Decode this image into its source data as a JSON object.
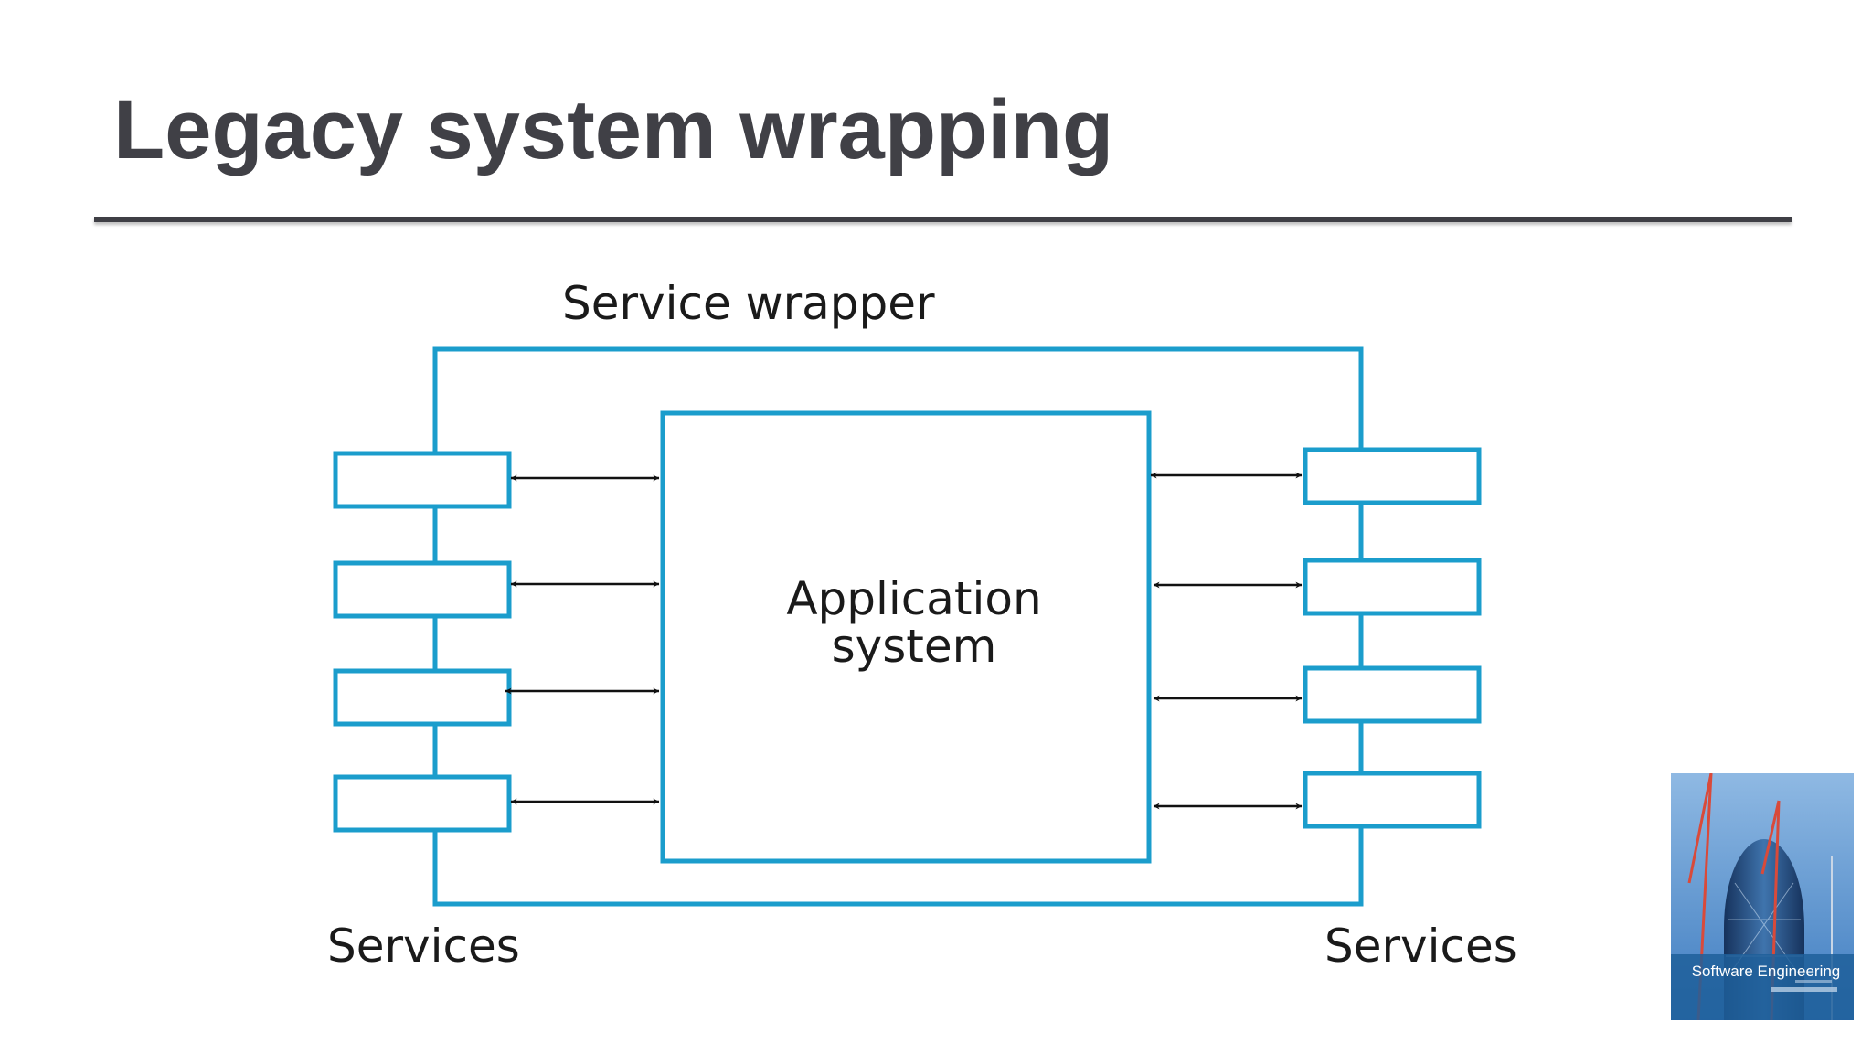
{
  "slide": {
    "title": "Legacy system wrapping"
  },
  "diagram": {
    "wrapper_label": "Service wrapper",
    "application_label_line1": "Application",
    "application_label_line2": "system",
    "left_services_label": "Services",
    "right_services_label": "Services",
    "services_per_side": 4,
    "stroke_color": "#1b9dcc",
    "arrow_color": "#111111"
  },
  "book": {
    "cover_title": "Software Engineering",
    "colors": {
      "sky": "#2f6fb3",
      "building": "#1b3f73",
      "crane": "#d94a3a",
      "band": "#1f5f9a"
    }
  }
}
